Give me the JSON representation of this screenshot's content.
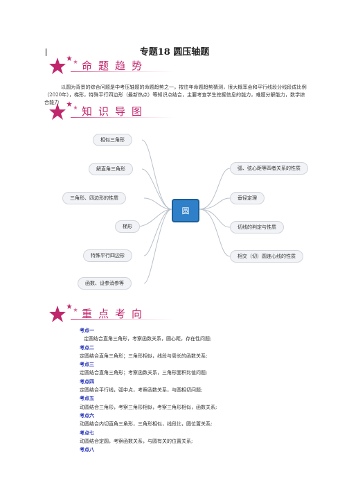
{
  "title": "专题18 圆压轴题",
  "sections": {
    "trend": "命题趋势",
    "guide": "知识导图",
    "points": "重点考向"
  },
  "trend_text": "以圆为背景的综合问题是中考压轴题的命题趋势之一，按往年命题趋势猜测，很大概率会和平行线段分线段成比例（2020年），梯形，特殊平行四边形（最新热点）等知识点结合，主要考查学生挖掘信息的能力，难题分解能力，数学综合能力",
  "mindmap": {
    "center": "圆",
    "left": [
      "相似三角形",
      "解直角三角形",
      "三角形、四边形的性质",
      "梯形",
      "特殊平行四边形",
      "函数、设参消参等"
    ],
    "right": [
      "弧、弦心距等四者关系的性质",
      "垂径定理",
      "切线的判定与性质",
      "相交（切）圆连心线的性质"
    ]
  },
  "key_points": [
    {
      "label": "考点一",
      "text": "定圆结合直角三角形，考察函数关系，圆心距，存在性问题;"
    },
    {
      "label": "考点二",
      "text": "定圆结合直角三角形；三角形相似，线段与周长的函数关系;"
    },
    {
      "label": "考点三",
      "text": "定圆结合直角三角形；考察函数关系，三角形面积比值问题;"
    },
    {
      "label": "考点四",
      "text": "定圆结合平行线，弧中点，考察函数关系，与圆相切问题;"
    },
    {
      "label": "考点五",
      "text": "动圆结合三角形，考察三角形相似，考察三角形相似，函数关系;"
    },
    {
      "label": "考点六",
      "text": "动圆结合内切直角三角形，三角形相似，线段比，圆位置关系;"
    },
    {
      "label": "考点七",
      "text": "动圆结合定圆，考察函数关系，与圆有关的位置关系;"
    },
    {
      "label": "考点八",
      "text": ""
    }
  ],
  "colors": {
    "accent": "#c0266c",
    "star": "#c0266c",
    "node_center": "#2f80c8",
    "key_label": "#1f2fb5"
  }
}
